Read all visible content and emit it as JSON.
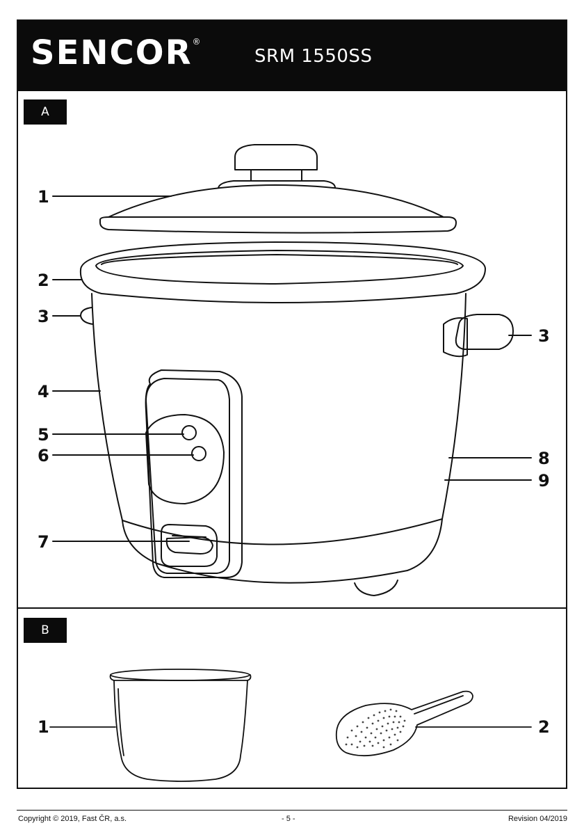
{
  "header": {
    "brand": "SENCOR",
    "trademark": "®",
    "model": "SRM 1550SS"
  },
  "section_a": {
    "tag": "A",
    "callouts": [
      "1",
      "2",
      "3",
      "4",
      "5",
      "6",
      "7",
      "3",
      "8",
      "9"
    ]
  },
  "section_b": {
    "tag": "B",
    "callouts": [
      "1",
      "2"
    ]
  },
  "footer": {
    "copyright": "Copyright © 2019, Fast ČR, a.s.",
    "page": "- 5 -",
    "revision": "Revision 04/2019"
  }
}
